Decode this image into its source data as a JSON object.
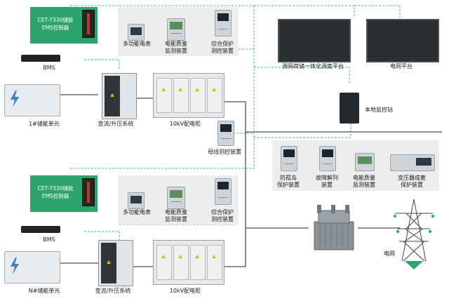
{
  "labels": {
    "ems_top": "CET-7330储能\nEMS控制器",
    "ems_bottom": "CET-7330储能\nEMS控制器",
    "bms_top": "BMS",
    "bms_bottom": "BMS",
    "meter_top": "多功能电表",
    "pq_top": "电能质量\n监测装置",
    "prot_top": "综合保护\n测控装置",
    "meter_bottom": "多功能电表",
    "pq_bottom": "电能质量\n监测装置",
    "prot_bottom": "综合保护\n测控装置",
    "battery_top": "1#储能单元",
    "battery_bottom": "N#储能单元",
    "pcs_top": "变流/升压系统",
    "pcs_bottom": "变流/升压系统",
    "cabinet_top": "10kV配电柜",
    "cabinet_bottom": "10kV配电柜",
    "bus_protect": "母线测控装置",
    "platform1": "源网荷储一体化调度平台",
    "platform2": "电网平台",
    "local_station": "本地监控站",
    "anti_island": "防孤岛\n保护装置",
    "fault_split": "故障解列\n装置",
    "pq_right": "电能质量\n监测装置",
    "transformer_prot": "变压器成套\n保护装置",
    "grid": "电网"
  },
  "colors": {
    "green": "#2ea36b",
    "dashed_line": "#3bbf7e",
    "solid_line": "#222222",
    "panel": "#ededed"
  }
}
